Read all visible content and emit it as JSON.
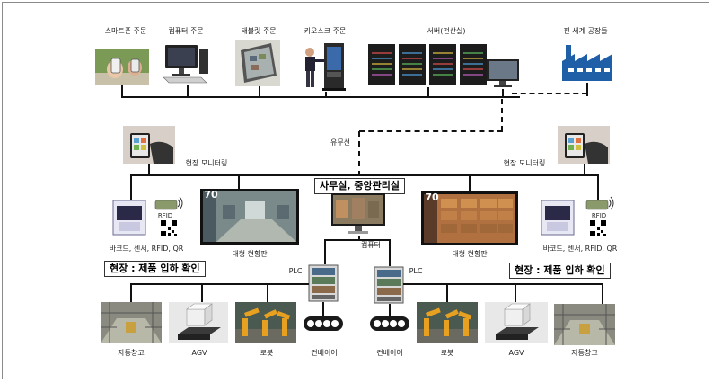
{
  "top_labels": {
    "smartphone": "스마트폰 주문",
    "computer": "컴퓨터 주문",
    "tablet": "태블릿 주문",
    "kiosk": "키오스크 주문",
    "server": "서버(전산실)",
    "factory": "전 세계 공장들"
  },
  "middle": {
    "wired_wireless": "유무선",
    "monitoring_left": "현장 모니터링",
    "monitoring_right": "현장 모니터링",
    "office": "사무실, 중앙관리실",
    "computer": "컴퓨터",
    "big_board_left": "대형 현황판",
    "big_board_right": "대형 현황판",
    "board_number_left": "70",
    "board_number_right": "70",
    "rfid_tag_left": "RFID",
    "rfid_tag_right": "RFID",
    "sensors_left": "바코드, 센서, RFID, QR",
    "sensors_right": "바코드, 센서, RFID, QR"
  },
  "bottom": {
    "site_left": "현장 : 제품 입하 확인",
    "site_right": "현장 : 제품 입하 확인",
    "plc_left": "PLC",
    "plc_right": "PLC",
    "items_left": [
      "자동창고",
      "AGV",
      "로봇",
      "컨베이어"
    ],
    "items_right": [
      "컨베이어",
      "로봇",
      "AGV",
      "자동창고"
    ]
  },
  "colors": {
    "line": "#111111",
    "factory_blue": "#1f5fa8",
    "robot_orange": "#e8a020"
  }
}
